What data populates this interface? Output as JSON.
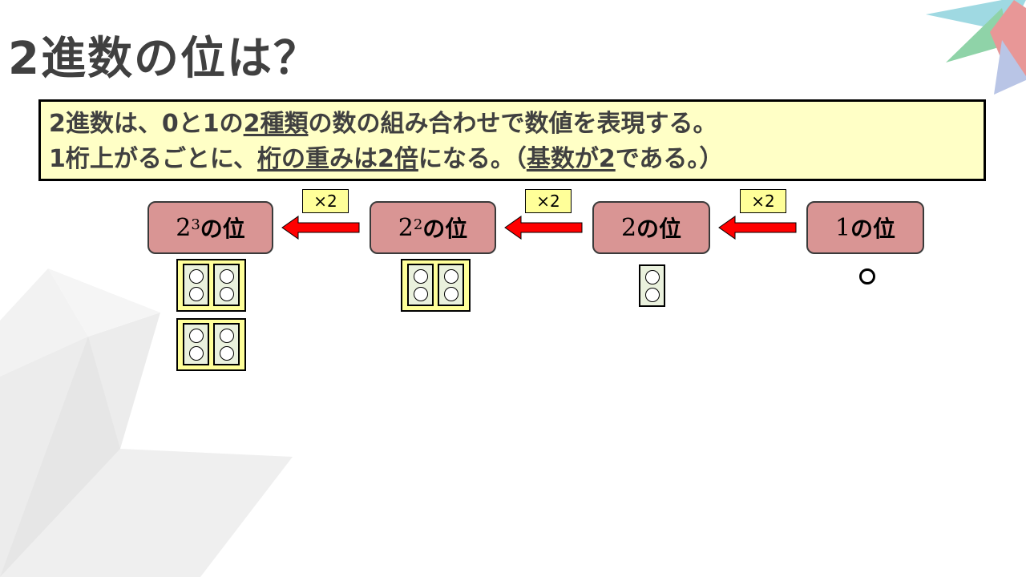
{
  "slide": {
    "title": "2進数の位は？",
    "info_line1_parts": [
      "2進数は、0と1の",
      "2種類",
      "の数の組み合わせで数値を表現する。"
    ],
    "info_line2_parts": [
      "1桁上がるごとに、",
      "桁の重み",
      "は",
      "2倍",
      "になる。（",
      "基数が2",
      "である。）"
    ]
  },
  "places": [
    {
      "base": "2",
      "exp": "3",
      "suffix": "の位"
    },
    {
      "base": "2",
      "exp": "2",
      "suffix": "の位"
    },
    {
      "base": "2",
      "exp": "",
      "suffix": "の位"
    },
    {
      "base": "1",
      "exp": "",
      "suffix": "の位"
    }
  ],
  "multipliers": [
    "×2",
    "×2",
    "×2"
  ],
  "colors": {
    "place_box": "#d99594",
    "info_bg": "#ffffc6",
    "arrow": "#ff0000",
    "multiplier_bg": "#ffff99",
    "card_bg": "#ffff99",
    "coin_card_bg": "#eaf1dd"
  }
}
